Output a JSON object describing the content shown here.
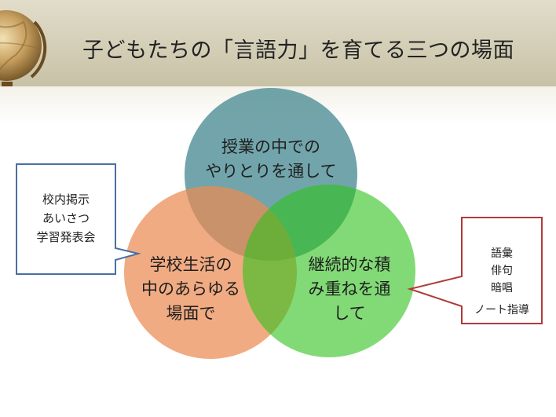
{
  "title": "子どもたちの「言語力」を育てる三つの場面",
  "circles": [
    {
      "lines": [
        "授業の中での",
        "やりとりを通して"
      ],
      "color": "#4a8c93"
    },
    {
      "lines": [
        "学校生活の",
        "中のあらゆる",
        "場面で"
      ],
      "color": "#eb8a52"
    },
    {
      "lines": [
        "継続的な積",
        "み重ねを通",
        "して"
      ],
      "color": "#2ec21a"
    }
  ],
  "callouts": {
    "left": [
      "校内掲示",
      "あいさつ",
      "学習発表会"
    ],
    "right": [
      "語彙",
      "俳句",
      "暗唱",
      "ノート指導"
    ],
    "left_border_color": "#4a6fa5",
    "right_border_color": "#b13a3a"
  }
}
